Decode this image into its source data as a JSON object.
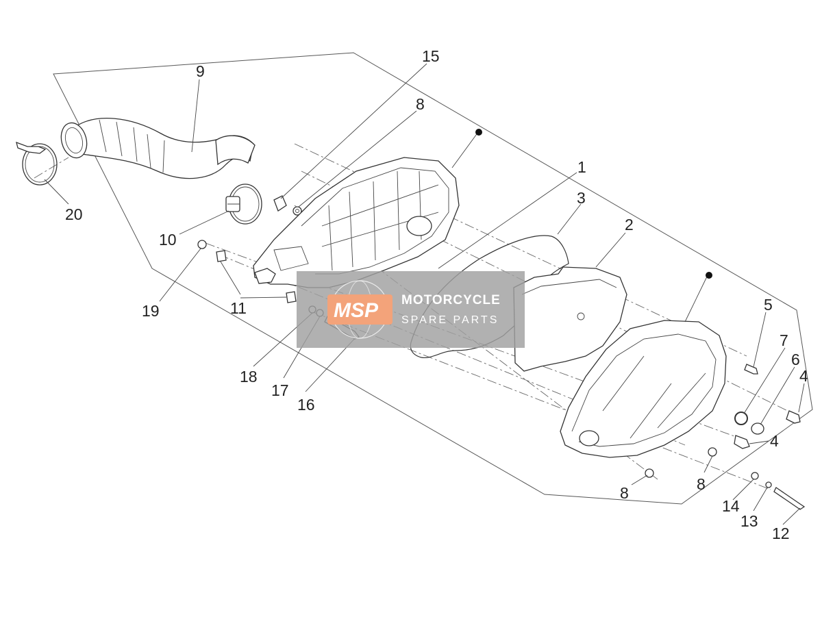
{
  "watermark": {
    "logo": "MSP",
    "line1": "MOTORCYCLE",
    "line2": "SPARE PARTS",
    "logo_color": "#f3a37a",
    "box_color": "#a0a0a0"
  },
  "callouts": [
    {
      "id": "c15",
      "text": "15"
    },
    {
      "id": "c8a",
      "text": "8"
    },
    {
      "id": "c9",
      "text": "9"
    },
    {
      "id": "c20",
      "text": "20"
    },
    {
      "id": "c10",
      "text": "10"
    },
    {
      "id": "c1",
      "text": "1"
    },
    {
      "id": "c3",
      "text": "3"
    },
    {
      "id": "c2",
      "text": "2"
    },
    {
      "id": "c19",
      "text": "19"
    },
    {
      "id": "c11",
      "text": "11"
    },
    {
      "id": "c18",
      "text": "18"
    },
    {
      "id": "c17",
      "text": "17"
    },
    {
      "id": "c16",
      "text": "16"
    },
    {
      "id": "c5",
      "text": "5"
    },
    {
      "id": "c7",
      "text": "7"
    },
    {
      "id": "c6",
      "text": "6"
    },
    {
      "id": "c4a",
      "text": "4"
    },
    {
      "id": "c4b",
      "text": "4"
    },
    {
      "id": "c8b",
      "text": "8"
    },
    {
      "id": "c8c",
      "text": "8"
    },
    {
      "id": "c14",
      "text": "14"
    },
    {
      "id": "c13",
      "text": "13"
    },
    {
      "id": "c12",
      "text": "12"
    }
  ]
}
